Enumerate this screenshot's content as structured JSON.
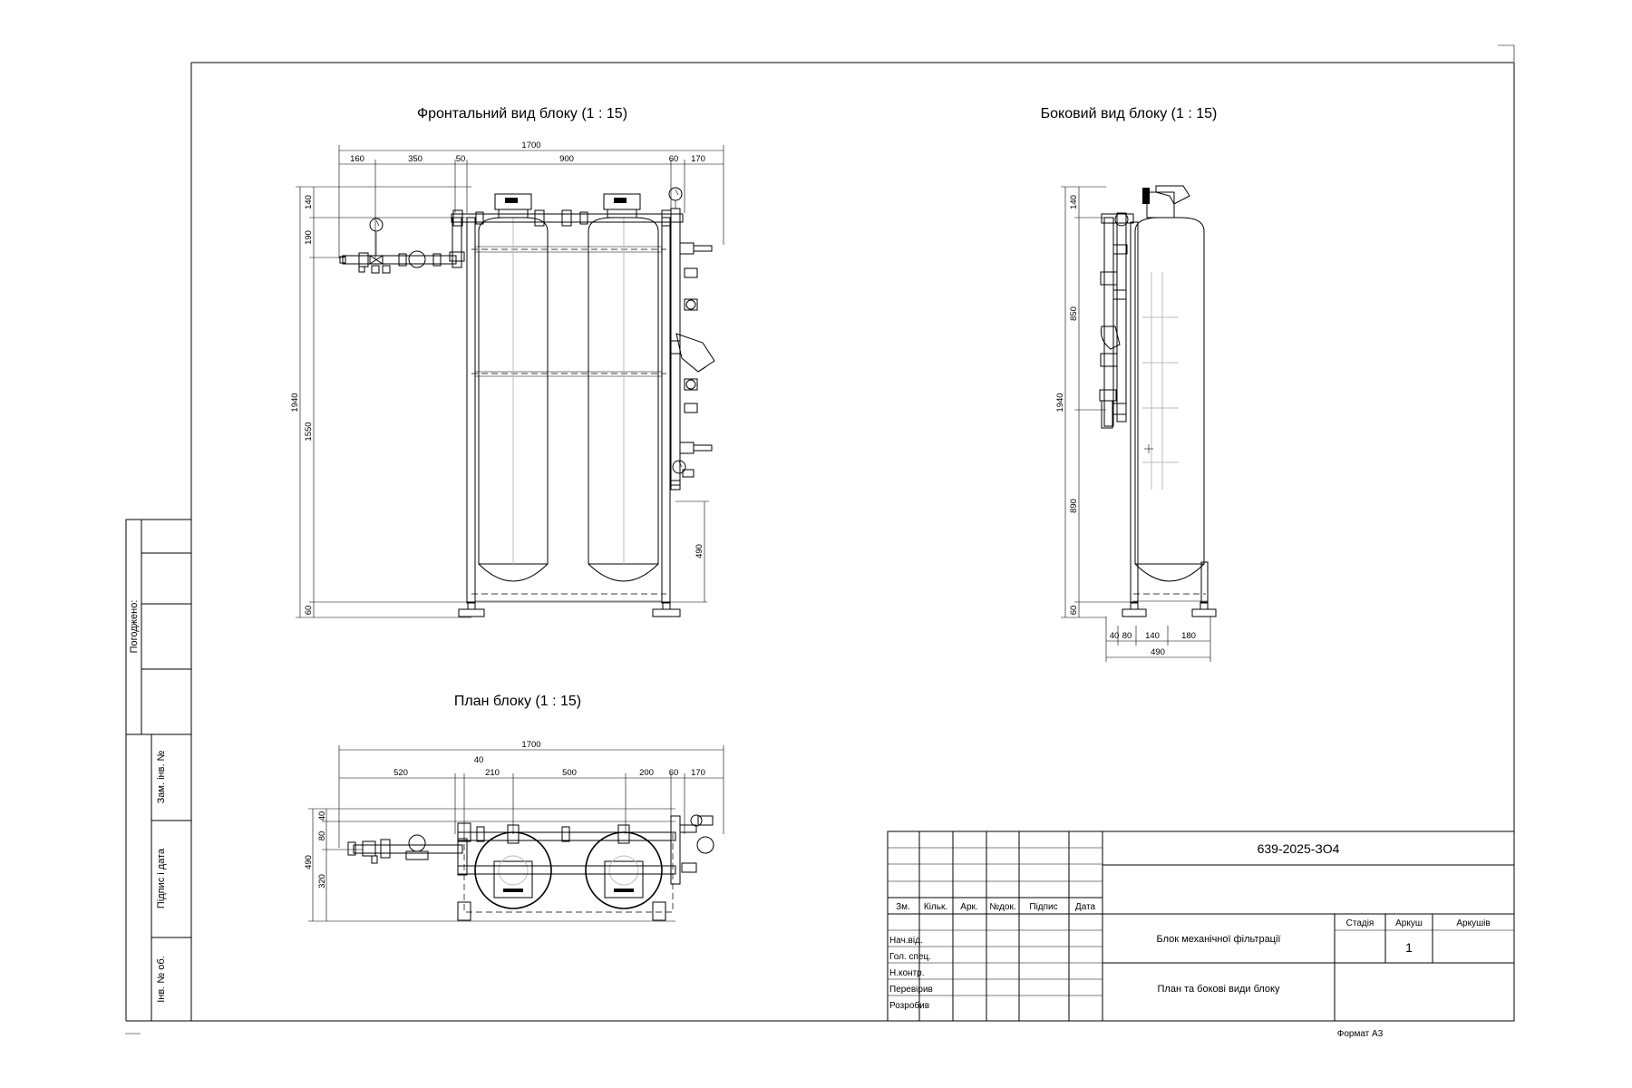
{
  "views": {
    "front_title": "Фронтальний вид блоку (1 : 15)",
    "side_title": "Боковий вид блоку (1 : 15)",
    "plan_title": "План блоку (1 : 15)"
  },
  "front_dims": {
    "overall_width": "1700",
    "top": [
      "160",
      "350",
      "50",
      "900",
      "60",
      "170"
    ],
    "left": [
      "140",
      "190",
      "1940",
      "1550",
      "60"
    ],
    "right": [
      "490"
    ]
  },
  "side_dims": {
    "left": [
      "140",
      "850",
      "1940",
      "890",
      "60"
    ],
    "bottom": [
      "40",
      "80",
      "140",
      "180"
    ],
    "overall_depth": "490"
  },
  "plan_dims": {
    "overall_width": "1700",
    "top": [
      "40",
      "520",
      "210",
      "500",
      "200",
      "60",
      "170"
    ],
    "left": [
      "40",
      "80",
      "490",
      "320"
    ]
  },
  "left_stamp": {
    "agreed": "Погоджено:",
    "replaced_inv": "Зам. інв. №",
    "sign_date": "Підпис і дата",
    "inv_orig": "Інв. № об."
  },
  "title_block": {
    "code": "639-2025-ЗО4",
    "columns": [
      "Зм.",
      "Кільк.",
      "Арк.",
      "№док.",
      "Підпис",
      "Дата"
    ],
    "roles": [
      "Нач.від.",
      "Гол. спец.",
      "Н.контр.",
      "Перевірив",
      "Розробив"
    ],
    "project_name": "Блок механічної фільтрації",
    "sheet_name": "План та бокові види блоку",
    "stage_label": "Стадія",
    "sheet_label": "Аркуш",
    "sheets_label": "Аркушів",
    "sheet_value": "1",
    "format": "Формат А3"
  }
}
